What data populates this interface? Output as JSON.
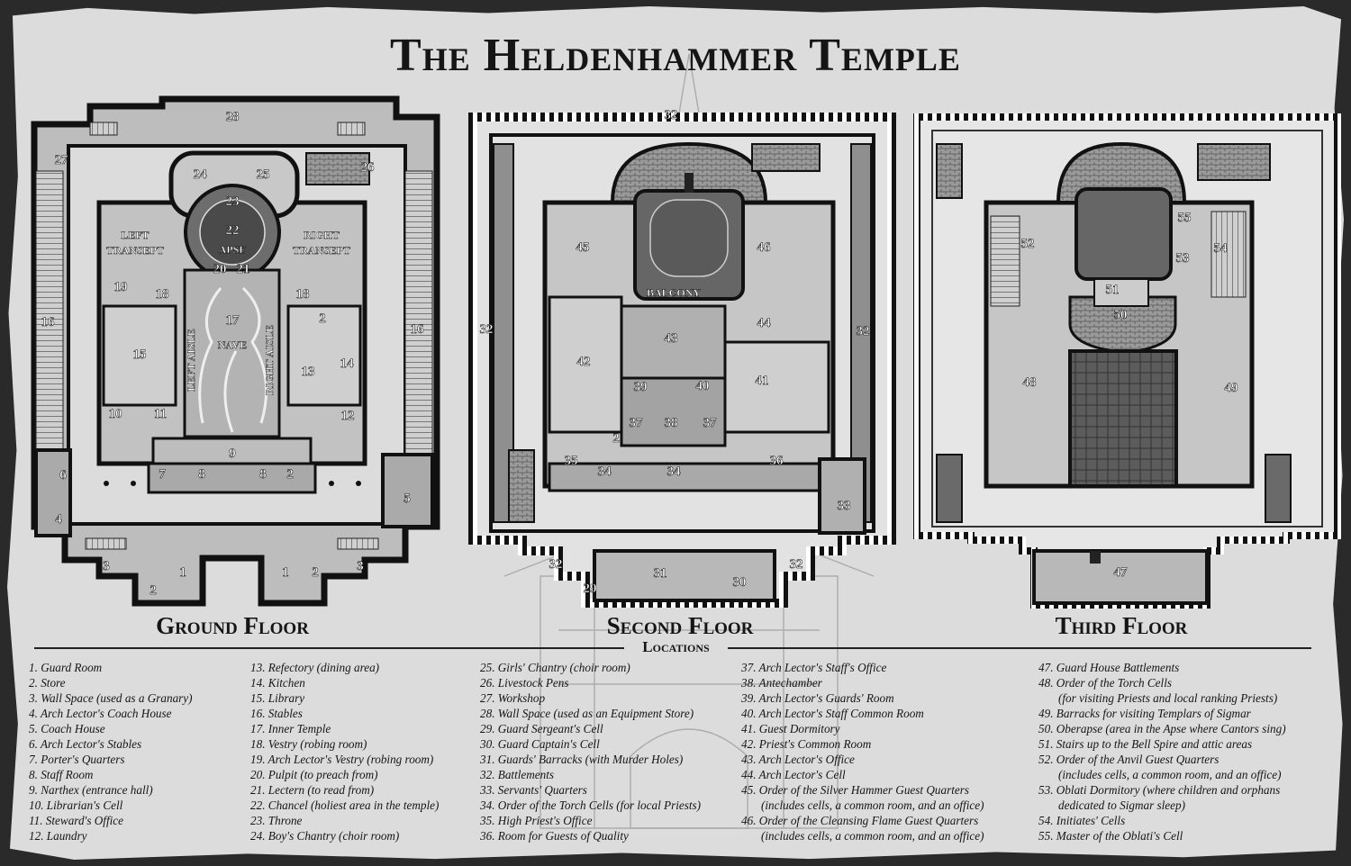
{
  "title": "The Heldenhammer Temple",
  "floors": {
    "ground": "Ground Floor",
    "second": "Second Floor",
    "third": "Third Floor"
  },
  "room_labels": {
    "left_transept": [
      "LEFT",
      "TRANSEPT"
    ],
    "right_transept": [
      "RIGHT",
      "TRANSEPT"
    ],
    "apse": "APSE",
    "nave": "NAVE",
    "left_aisle": "LEFT AISLE",
    "right_aisle": "RIGHT AISLE",
    "balcony": "BALCONY"
  },
  "markers": {
    "ground": [
      "28",
      "27",
      "24",
      "25",
      "26",
      "23",
      "22",
      "20",
      "21",
      "19",
      "18",
      "18",
      "16",
      "17",
      "2",
      "16",
      "15",
      "13",
      "14",
      "10",
      "11",
      "12",
      "9",
      "6",
      "7",
      "8",
      "8",
      "2",
      "4",
      "5",
      "3",
      "1",
      "1",
      "2",
      "3",
      "2"
    ],
    "second": [
      "32",
      "45",
      "46",
      "44",
      "32",
      "43",
      "42",
      "32",
      "41",
      "39",
      "40",
      "37",
      "38",
      "37",
      "2",
      "35",
      "34",
      "34",
      "36",
      "33",
      "32",
      "31",
      "32",
      "29",
      "30"
    ],
    "third": [
      "55",
      "52",
      "54",
      "53",
      "51",
      "50",
      "48",
      "49",
      "47"
    ]
  },
  "legend_title": "Locations",
  "legend": [
    [
      "1. Guard Room",
      "2. Store",
      "3. Wall Space (used as a Granary)",
      "4. Arch Lector's Coach House",
      "5. Coach House",
      "6. Arch Lector's Stables",
      "7. Porter's Quarters",
      "8. Staff Room",
      "9. Narthex (entrance hall)",
      "10. Librarian's Cell",
      "11. Steward's Office",
      "12. Laundry"
    ],
    [
      "13. Refectory (dining area)",
      "14. Kitchen",
      "15. Library",
      "16. Stables",
      "17. Inner Temple",
      "18. Vestry (robing room)",
      "19. Arch Lector's Vestry (robing room)",
      "20. Pulpit (to preach from)",
      "21. Lectern (to read from)",
      "22. Chancel (holiest area in the temple)",
      "23. Throne",
      "24. Boy's Chantry (choir room)"
    ],
    [
      "25. Girls' Chantry (choir room)",
      "26. Livestock Pens",
      "27. Workshop",
      "28. Wall Space (used as an Equipment Store)",
      "29. Guard Sergeant's Cell",
      "30. Guard Captain's Cell",
      "31. Guards' Barracks (with Murder Holes)",
      "32. Battlements",
      "33. Servants' Quarters",
      "34. Order of the Torch Cells (for local Priests)",
      "35. High Priest's Office",
      "36. Room for Guests of Quality"
    ],
    [
      "37. Arch Lector's Staff's Office",
      "38. Antechamber",
      "39. Arch Lector's Guards' Room",
      "40. Arch Lector's Staff Common Room",
      "41. Guest Dormitory",
      "42. Priest's Common Room",
      "43. Arch Lector's Office",
      "44. Arch Lector's Cell",
      "45. Order of the Silver Hammer Guest Quarters",
      "   (includes cells, a common room, and an office)",
      "46. Order of the Cleansing Flame Guest Quarters",
      "   (includes cells, a common room, and an office)"
    ],
    [
      "47. Guard House Battlements",
      "48. Order of the Torch Cells",
      "   (for visiting Priests and local ranking Priests)",
      "49. Barracks for visiting Templars of Sigmar",
      "50. Oberapse (area in the Apse where Cantors sing)",
      "51. Stairs up to the Bell Spire and attic areas",
      "52. Order of the Anvil Guest Quarters",
      "   (includes cells, a common room, and an office)",
      "53. Oblati Dormitory (where children and orphans",
      "   dedicated to Sigmar sleep)",
      "54. Initiates' Cells",
      "55. Master of the Oblati's Cell"
    ]
  ]
}
